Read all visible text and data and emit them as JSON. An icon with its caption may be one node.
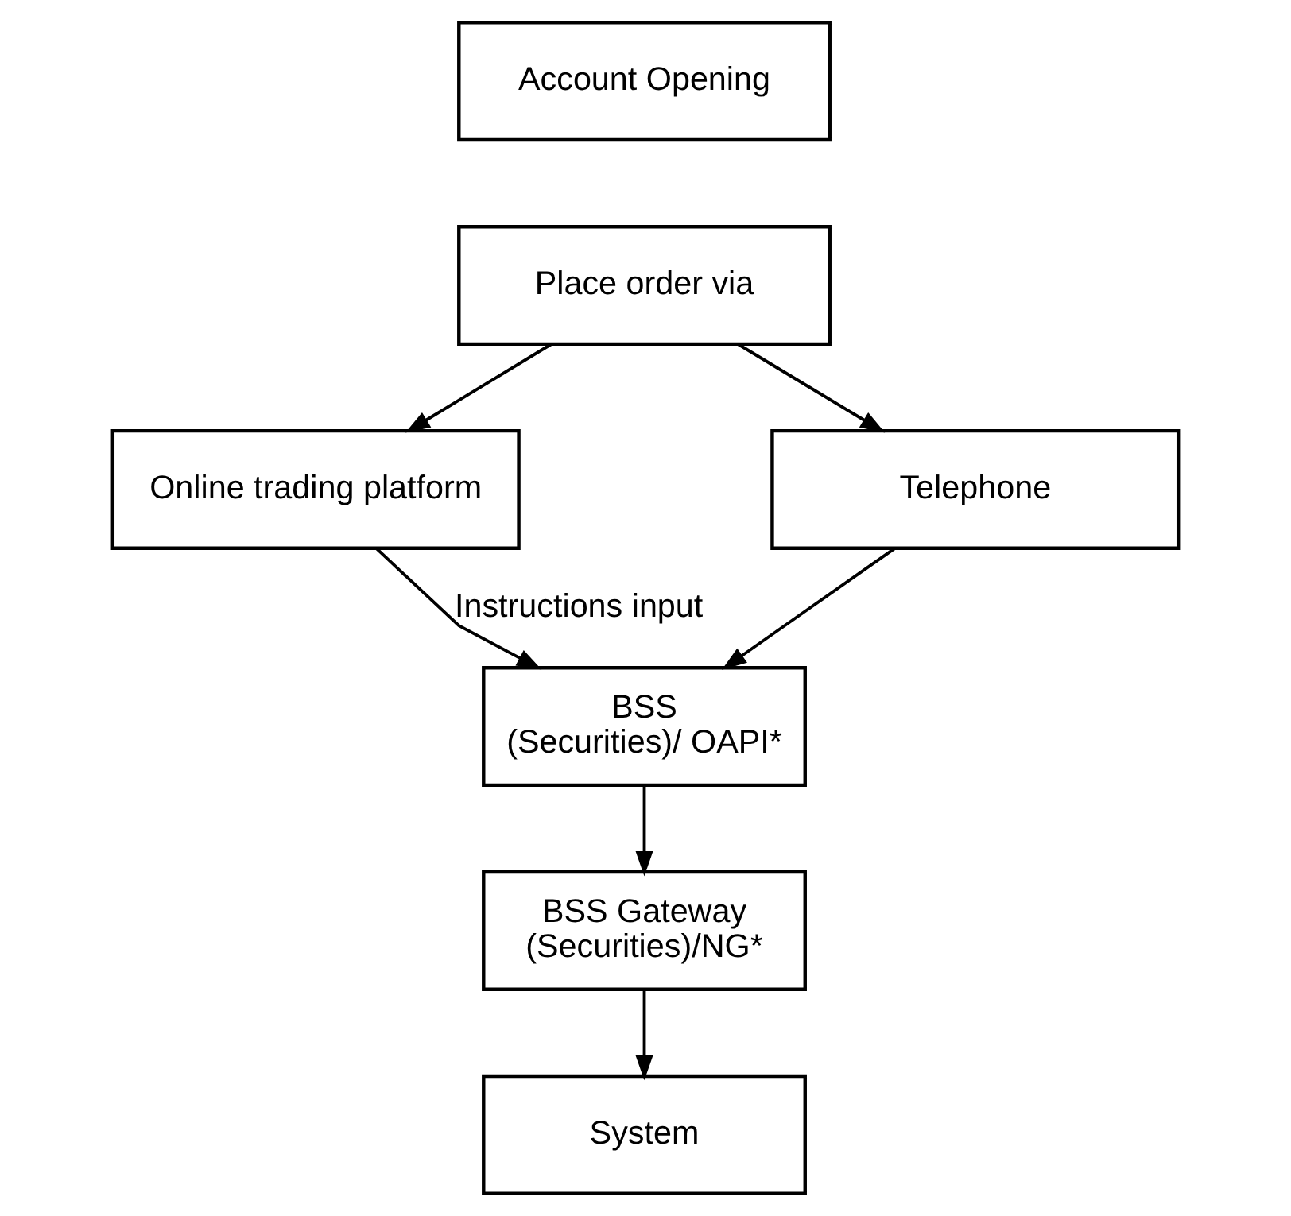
{
  "diagram": {
    "nodes": [
      {
        "text": [
          "Account Opening"
        ]
      },
      {
        "text": [
          "Place order via"
        ]
      },
      {
        "text": [
          "Online trading platform"
        ]
      },
      {
        "text": [
          "Telephone"
        ]
      },
      {
        "text": [
          "BSS (Securities)/ OAPI*"
        ]
      },
      {
        "text": [
          "BSS Gateway (Securities)/NG*"
        ]
      },
      {
        "text": [
          "System"
        ]
      }
    ],
    "edges": [
      {
        "from": 1,
        "to": 2,
        "arrow": "to"
      },
      {
        "from": 1,
        "to": 3,
        "arrow": "to"
      },
      {
        "from": 2,
        "to": 4,
        "arrow": "to",
        "label": "Instructions input"
      },
      {
        "from": 3,
        "to": 4,
        "arrow": "to"
      },
      {
        "from": 4,
        "to": 5,
        "arrow": "to"
      },
      {
        "from": 5,
        "to": 6,
        "arrow": "to"
      }
    ]
  }
}
